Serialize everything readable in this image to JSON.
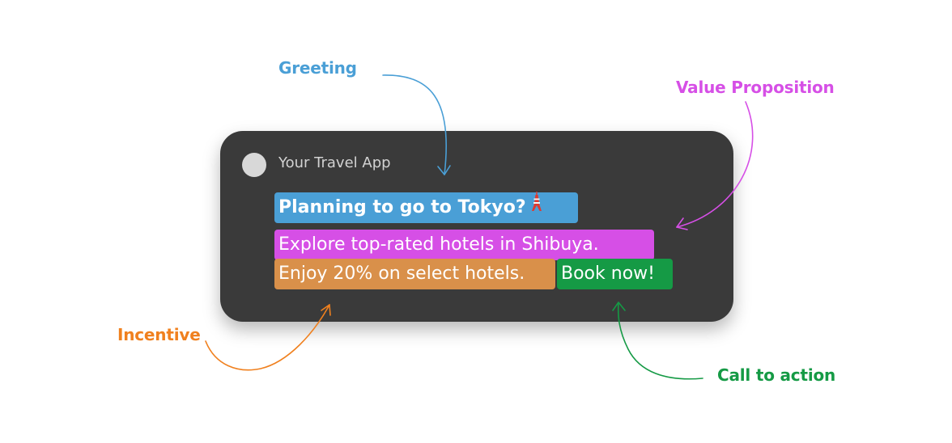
{
  "annotations": {
    "greeting": "Greeting",
    "value_proposition": "Value Proposition",
    "incentive": "Incentive",
    "call_to_action": "Call to action"
  },
  "colors": {
    "greeting": "#4a9fd6",
    "value_proposition": "#d64fe6",
    "incentive": "#f0801e",
    "incentive_highlight": "#d9904a",
    "call_to_action": "#159a45",
    "card_background": "#3a3a3a"
  },
  "notification": {
    "app_name": "Your Travel App",
    "title": "Planning to go to Tokyo?",
    "title_icon": "tokyo-tower-icon",
    "value_text": "Explore top-rated hotels in Shibuya.",
    "incentive_text": "Enjoy 20% on select hotels.",
    "cta_text": "Book now!"
  }
}
